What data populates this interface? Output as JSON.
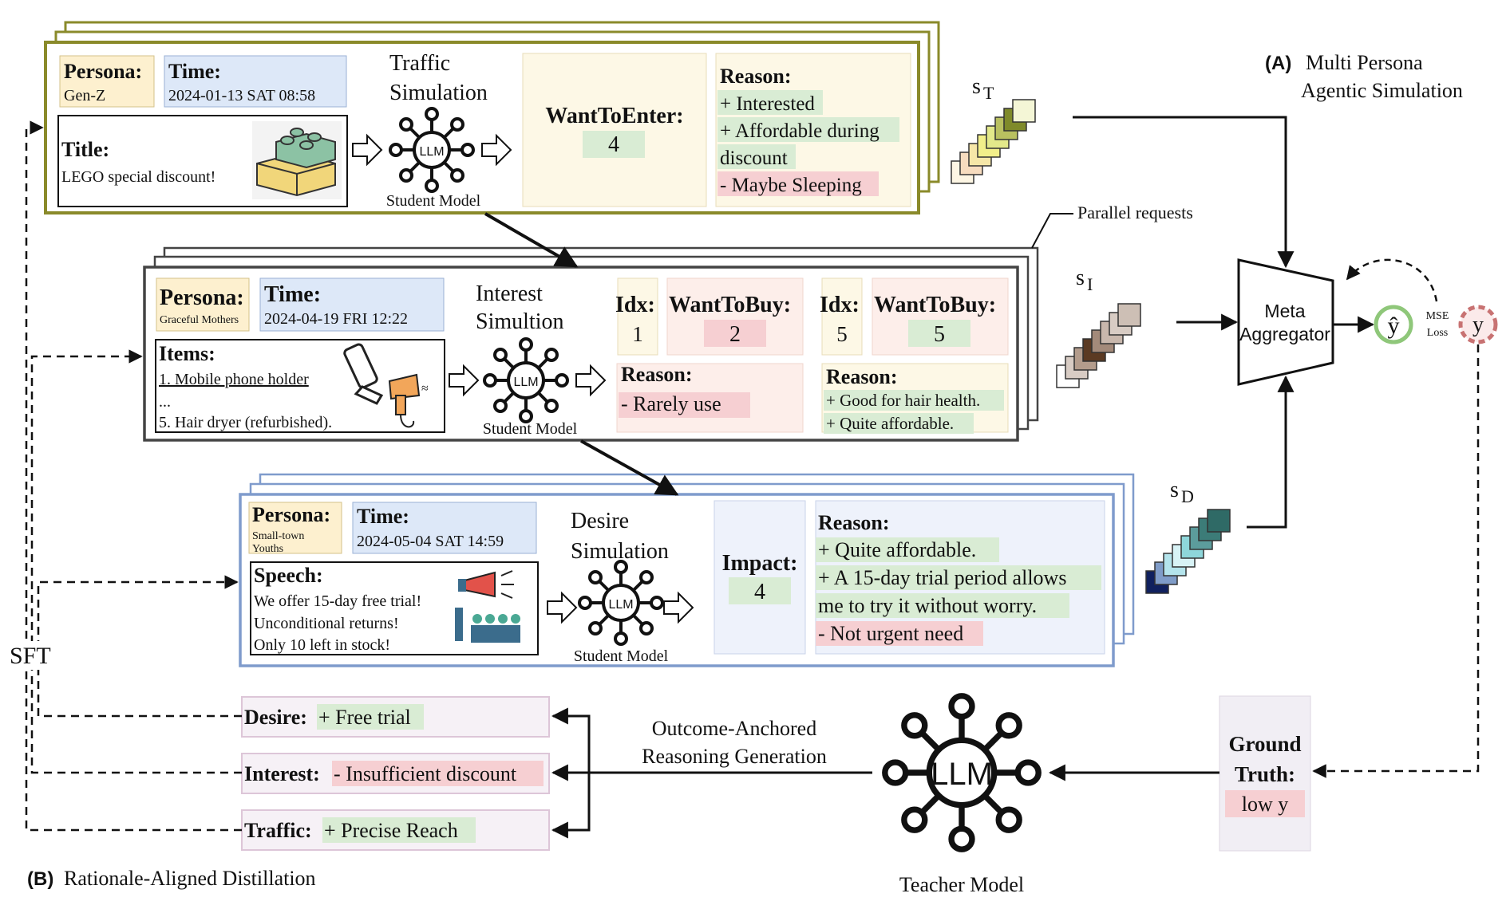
{
  "panel_a_title": {
    "letter": "(A)",
    "line1": "Multi Persona",
    "line2": "Agentic Simulation"
  },
  "panel_b_title": {
    "letter": "(B)",
    "text": "Rationale-Aligned Distillation"
  },
  "traffic": {
    "persona_label": "Persona:",
    "persona_value": "Gen-Z",
    "time_label": "Time:",
    "time_value": "2024-01-13 SAT 08:58",
    "content_label": "Title:",
    "content_value": "LEGO special discount!",
    "sim_line1": "Traffic",
    "sim_line2": "Simulation",
    "student": "Student Model",
    "metric_label": "WantToEnter:",
    "metric_value": "4",
    "reason_label": "Reason:",
    "reasons": [
      "+ Interested",
      "+ Affordable during",
      "discount",
      "- Maybe Sleeping"
    ]
  },
  "interest": {
    "persona_label": "Persona:",
    "persona_value": "Graceful Mothers",
    "time_label": "Time:",
    "time_value": "2024-04-19 FRI 12:22",
    "content_label": "Items:",
    "items": [
      "1. Mobile phone holder",
      "...",
      "5. Hair dryer (refurbished)."
    ],
    "sim_line1": "Interest",
    "sim_line2": "Simultion",
    "student": "Student Model",
    "idx_label": "Idx:",
    "buy_label": "WantToBuy:",
    "idx_a": "1",
    "buy_a": "2",
    "idx_b": "5",
    "buy_b": "5",
    "reason_label": "Reason:",
    "reason_a": "- Rarely use",
    "reason_b": [
      "+ Good for hair health.",
      "+ Quite affordable."
    ]
  },
  "desire": {
    "persona_label": "Persona:",
    "persona_value_1": "Small-town",
    "persona_value_2": "Youths",
    "time_label": "Time:",
    "time_value": "2024-05-04 SAT 14:59",
    "content_label": "Speech:",
    "speech": [
      "We offer 15-day free trial!",
      "Unconditional returns!",
      "Only 10 left in stock!"
    ],
    "sim_line1": "Desire",
    "sim_line2": "Simulation",
    "student": "Student Model",
    "metric_label": "Impact:",
    "metric_value": "4",
    "reason_label": "Reason:",
    "reasons": [
      "+ Quite affordable.",
      "+ A 15-day trial period allows",
      "me to try it without worry.",
      "- Not urgent need"
    ]
  },
  "llm_text": "LLM",
  "parallel_requests": "Parallel requests",
  "score_labels": {
    "s_t": "s",
    "s_t_sub": "T",
    "s_i": "s",
    "s_i_sub": "I",
    "s_d": "s",
    "s_d_sub": "D"
  },
  "aggregator": {
    "line1": "Meta",
    "line2": "Aggregator"
  },
  "y_hat": "ŷ",
  "y": "y",
  "mse": {
    "line1": "MSE",
    "line2": "Loss"
  },
  "ground_truth": {
    "line1": "Ground",
    "line2": "Truth:",
    "value": "low y"
  },
  "teacher": "Teacher Model",
  "outcome": {
    "line1": "Outcome-Anchored",
    "line2": "Reasoning Generation"
  },
  "rationales": [
    {
      "label": "Desire:",
      "value": "+ Free trial"
    },
    {
      "label": "Interest:",
      "value": "- Insufficient discount"
    },
    {
      "label": "Traffic:",
      "value": "+ Precise Reach"
    }
  ],
  "sft": "SFT",
  "colors": {
    "traffic_border": "#8a8a2a",
    "interest_border": "#444444",
    "desire_border": "#7f9bcc",
    "persona_bg": "#fdf0cf",
    "time_bg": "#dde8f8",
    "result_bg": "#fdf8e6",
    "pos_bg": "#d9ecd4",
    "neg_bg": "#f6cfd2",
    "rationale_bg": "#f6f1f6",
    "gt_bg": "#f1eef4",
    "yhat_ring": "#8fc77a",
    "y_ring": "#c87272"
  }
}
